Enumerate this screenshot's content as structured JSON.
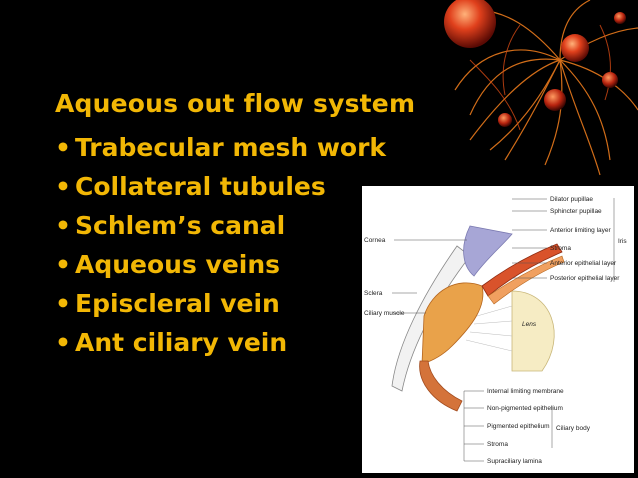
{
  "slide": {
    "title": "Aqueous out flow system",
    "bullets": [
      "Trabecular mesh work",
      "Collateral tubules",
      "Schlem’s canal",
      "Aqueous veins",
      "Episcleral vein",
      "Ant ciliary vein"
    ],
    "bullet_glyph": "•",
    "text_color": "#f2b705",
    "background": "#000000"
  },
  "figure": {
    "left_labels": [
      "Cornea",
      "Sclera",
      "Ciliary muscle"
    ],
    "right_top_labels": [
      "Dilator pupillae",
      "Sphincter pupillae",
      "Anterior limiting layer",
      "Stroma",
      "Anterior epithelial layer",
      "Posterior epithelial layer"
    ],
    "iris_label": "Iris",
    "lens_label": "Lens",
    "right_bottom_labels": [
      "Internal limiting membrane",
      "Non-pigmented epithelium",
      "Pigmented epithelium",
      "Stroma",
      "Supraciliary lamina"
    ],
    "ciliary_body_label": "Ciliary body"
  }
}
